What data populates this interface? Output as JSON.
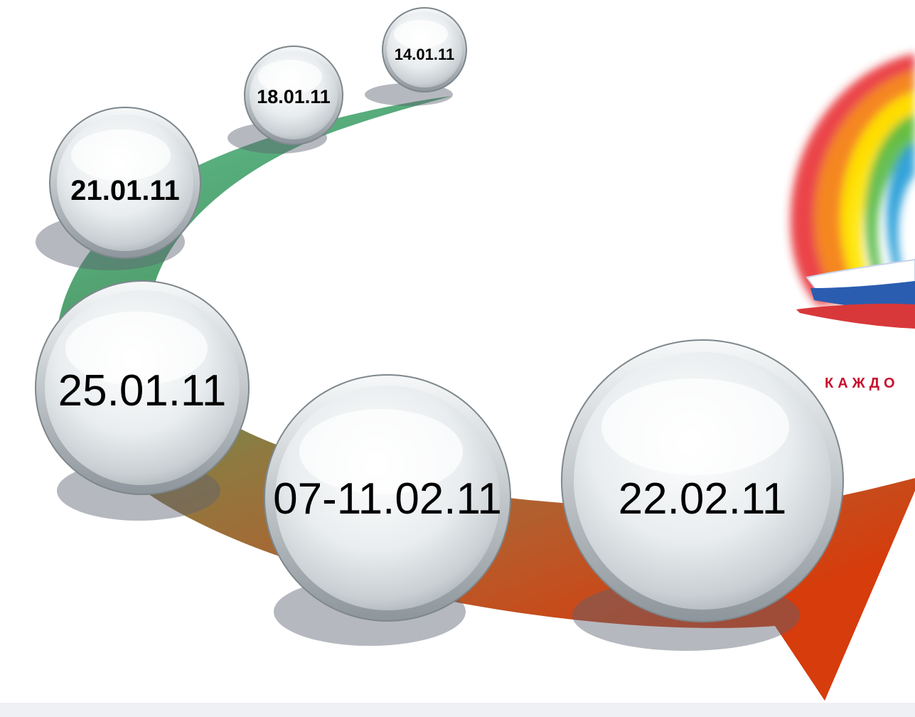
{
  "milestones": [
    {
      "label": "14.01.11"
    },
    {
      "label": "18.01.11"
    },
    {
      "label": "21.01.11"
    },
    {
      "label": "25.01.11"
    },
    {
      "label": "07-11.02.11"
    },
    {
      "label": "22.02.11"
    }
  ],
  "logo": {
    "caption": "КАЖДО"
  },
  "colors": {
    "arrow_start": "#5bb58a",
    "arrow_mid": "#8d7a3f",
    "arrow_end": "#d13b10",
    "bubble_light": "#ffffff",
    "bubble_dark": "#b9c0c4",
    "shadow": "#6d7180"
  }
}
